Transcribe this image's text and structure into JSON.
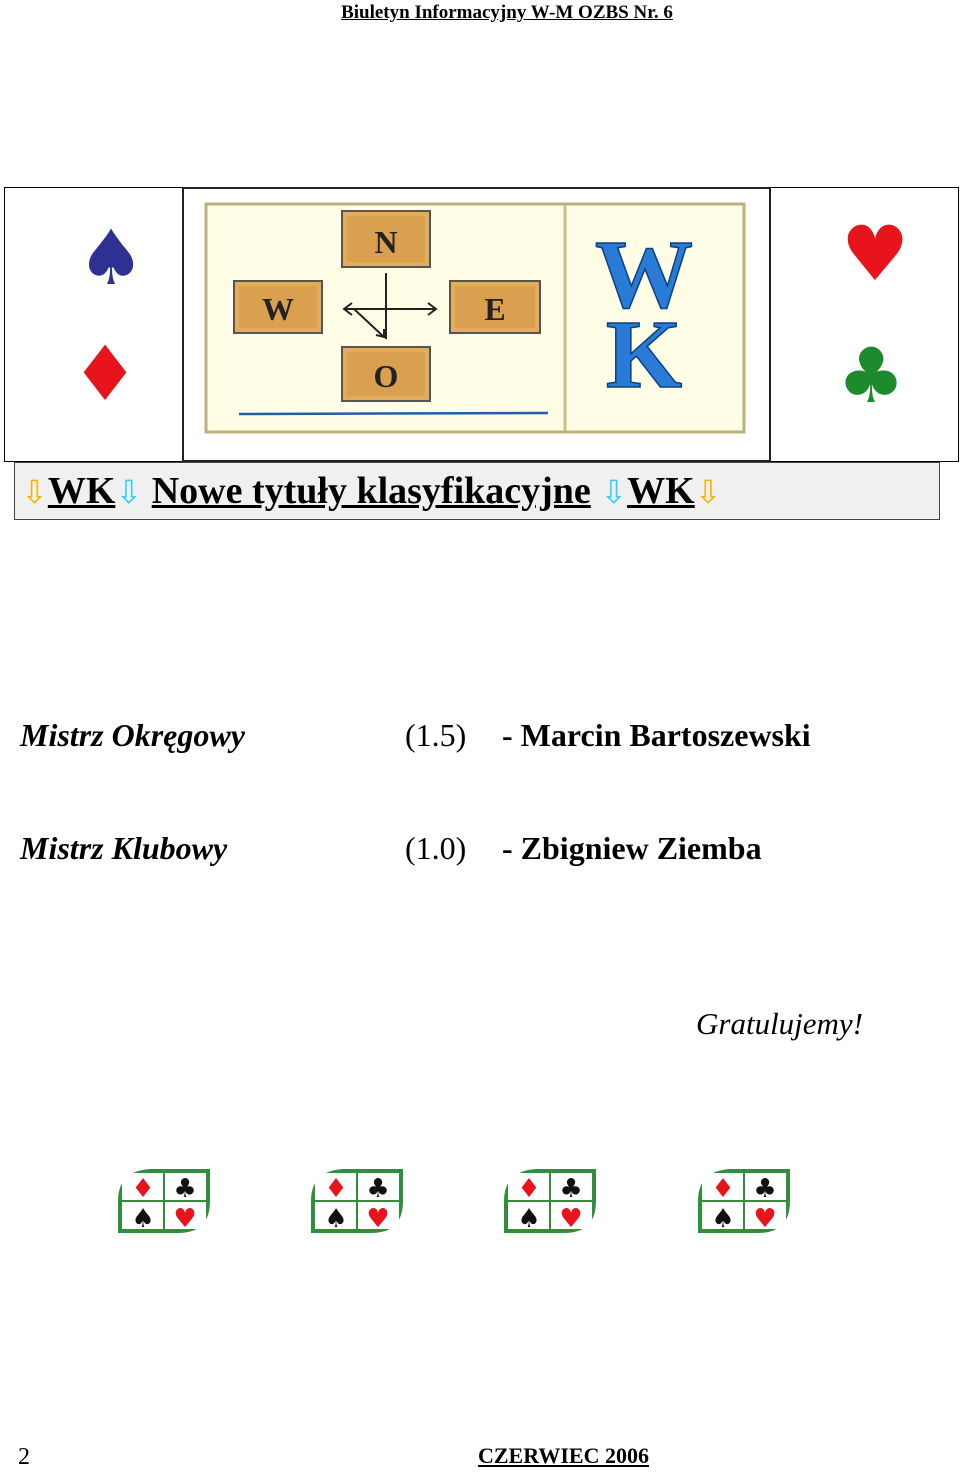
{
  "header": {
    "title": "Biuletyn Informacyjny W-M OZBS Nr. 6"
  },
  "banner": {
    "suits": {
      "spade": "♠",
      "heart": "♥",
      "diamond": "♦",
      "club": "♣"
    },
    "colors": {
      "spade": "#2e3192",
      "heart": "#e8141c",
      "diamond": "#e8141c",
      "club": "#1e8a2e"
    },
    "compass": {
      "n": "N",
      "w": "W",
      "e": "E",
      "s": "O"
    },
    "logo_letters": {
      "top": "W",
      "bottom": "K"
    }
  },
  "title_bar": {
    "arrow": "⇩",
    "left_label": "WK",
    "heading": "Nowe tytuły klasyfikacyjne",
    "right_label": "WK",
    "arrow_colors": [
      "#f2b600",
      "#33ccff"
    ]
  },
  "titles": [
    {
      "title": "Mistrz Okręgowy",
      "value": "(1.5)",
      "name": "- Marcin Bartoszewski"
    },
    {
      "title": "Mistrz Klubowy",
      "value": "(1.0)",
      "name": "- Zbigniew Ziemba"
    }
  ],
  "congrats": "Gratulujemy!",
  "footer": {
    "page_number": "2",
    "month": "CZERWIEC 2006"
  }
}
